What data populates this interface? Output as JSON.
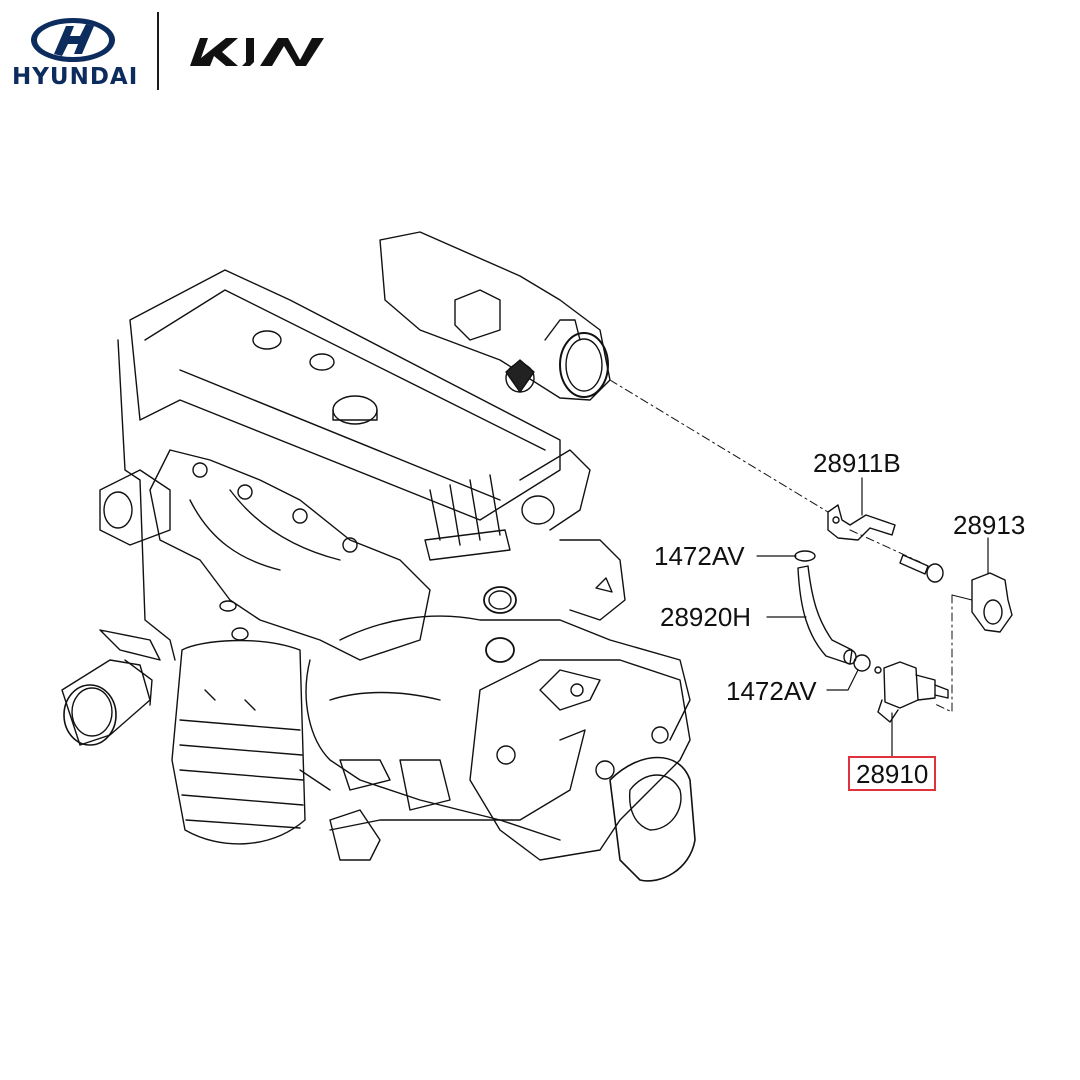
{
  "brands": {
    "primary": {
      "name": "HYUNDAI",
      "color": "#0d2c5e"
    },
    "secondary": {
      "name": "KIA",
      "color": "#111111"
    }
  },
  "diagram": {
    "title": "Engine assembly - PCV / purge control parts",
    "callouts": [
      {
        "id": "28911B",
        "label": "28911B",
        "part": "bracket",
        "highlighted": false
      },
      {
        "id": "28913",
        "label": "28913",
        "part": "grommet",
        "highlighted": false
      },
      {
        "id": "1472AV-upper",
        "label": "1472AV",
        "part": "hose clamp",
        "highlighted": false
      },
      {
        "id": "28920H",
        "label": "28920H",
        "part": "hose",
        "highlighted": false
      },
      {
        "id": "1472AV-lower",
        "label": "1472AV",
        "part": "hose clamp",
        "highlighted": false
      },
      {
        "id": "28910",
        "label": "28910",
        "part": "purge control solenoid valve",
        "highlighted": true
      }
    ],
    "highlight_color": "#e0323c"
  }
}
